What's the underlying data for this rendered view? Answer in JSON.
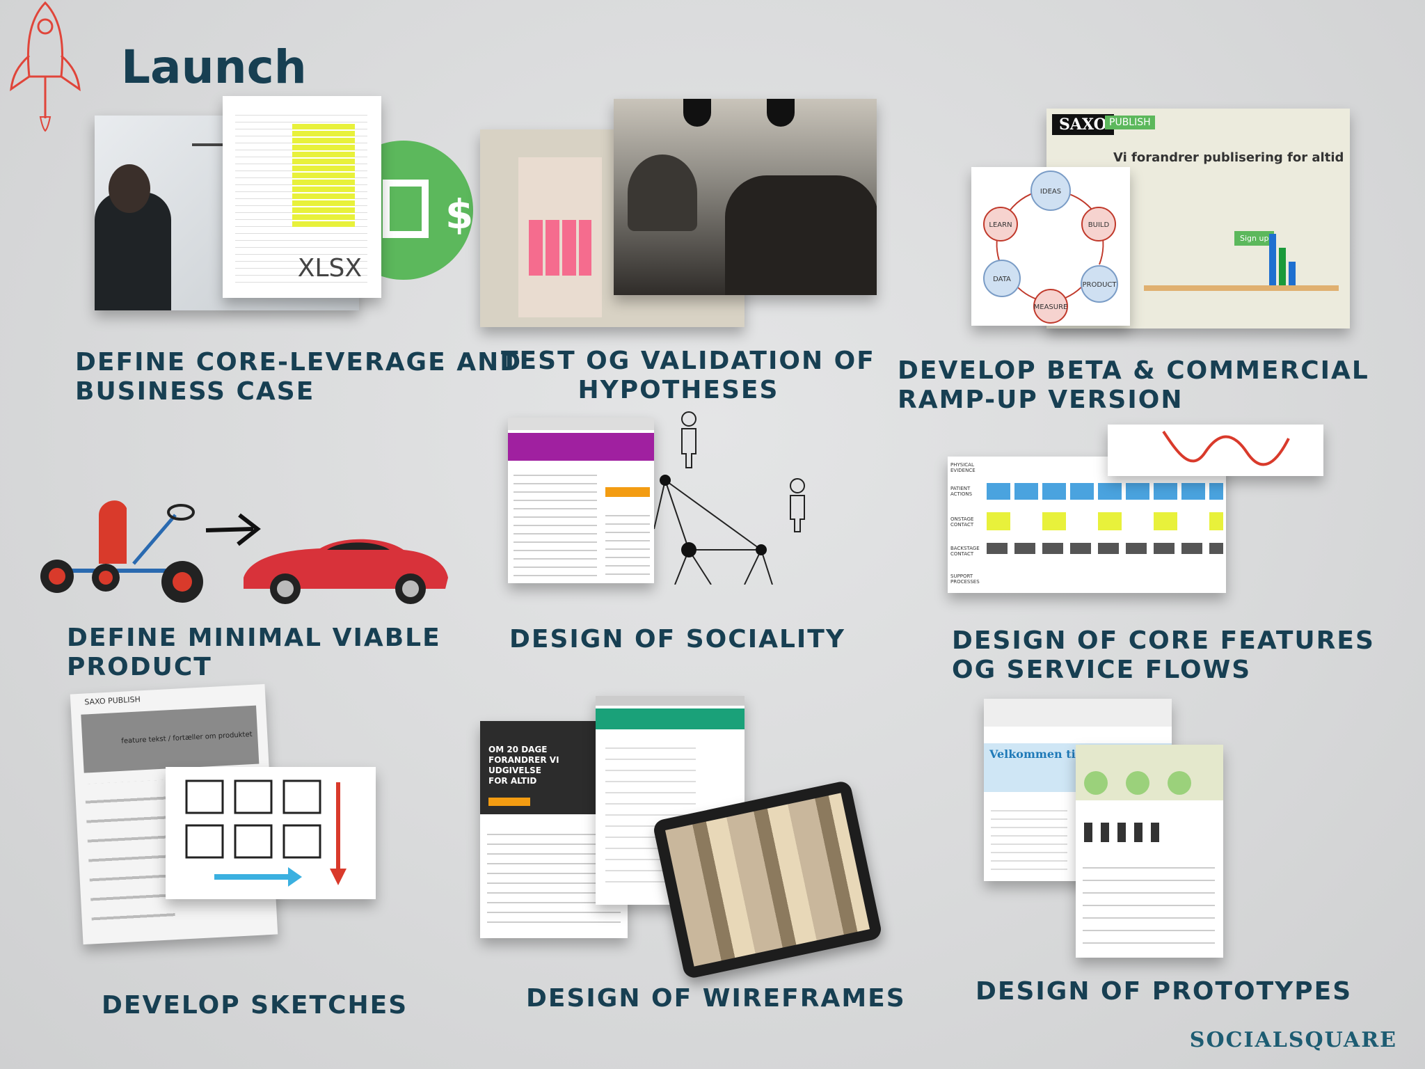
{
  "slide": {
    "title": "Launch",
    "brand": "SOCIALSQUARE"
  },
  "captions": {
    "c1": [
      "DEFINE CORE-LEVERAGE AND",
      "BUSINESS CASE"
    ],
    "c2": [
      "TEST OG VALIDATION OF",
      "HYPOTHESES"
    ],
    "c3": [
      "DEVELOP BETA & COMMERCIAL",
      "RAMP-UP VERSION"
    ],
    "c4": [
      "DEFINE MINIMAL VIABLE",
      "PRODUCT"
    ],
    "c5": [
      "DESIGN OF SOCIALITY"
    ],
    "c6": [
      "DESIGN OF CORE FEATURES",
      "OG SERVICE FLOWS"
    ],
    "c7": [
      "DEVELOP SKETCHES"
    ],
    "c8": [
      "DESIGN OF WIREFRAMES"
    ],
    "c9": [
      "DESIGN OF PROTOTYPES"
    ]
  },
  "thumbnails": {
    "xlsx_label": "XLSX",
    "dollar": "$",
    "cycle": [
      "IDEAS",
      "BUILD",
      "PRODUCT",
      "MEASURE",
      "DATA",
      "LEARN"
    ],
    "saxo_logo": "SAXO",
    "saxo_badge": "PUBLISH",
    "saxo_headline": "Vi forandrer publisering for altid",
    "saxo_signup": "Sign up",
    "sketch_header": "SAXO PUBLISH",
    "sketch_banner": "feature tekst / fortæller om produktet",
    "wire_promo": [
      "OM 20 DAGE",
      "FORANDRER VI",
      "UDGIVELSE",
      "FOR ALTID"
    ],
    "proto_welcome": "Velkommen til SA",
    "journey_rows": [
      "PHYSICAL EVIDENCE",
      "PATIENT ACTIONS",
      "ONSTAGE CONTACT",
      "BACKSTAGE CONTACT",
      "SUPPORT PROCESSES"
    ]
  },
  "colors": {
    "navy": "#173f52",
    "rocket": "#e0453a",
    "green": "#5cb85c",
    "purple": "#a020a0",
    "teal": "#1aa179"
  }
}
